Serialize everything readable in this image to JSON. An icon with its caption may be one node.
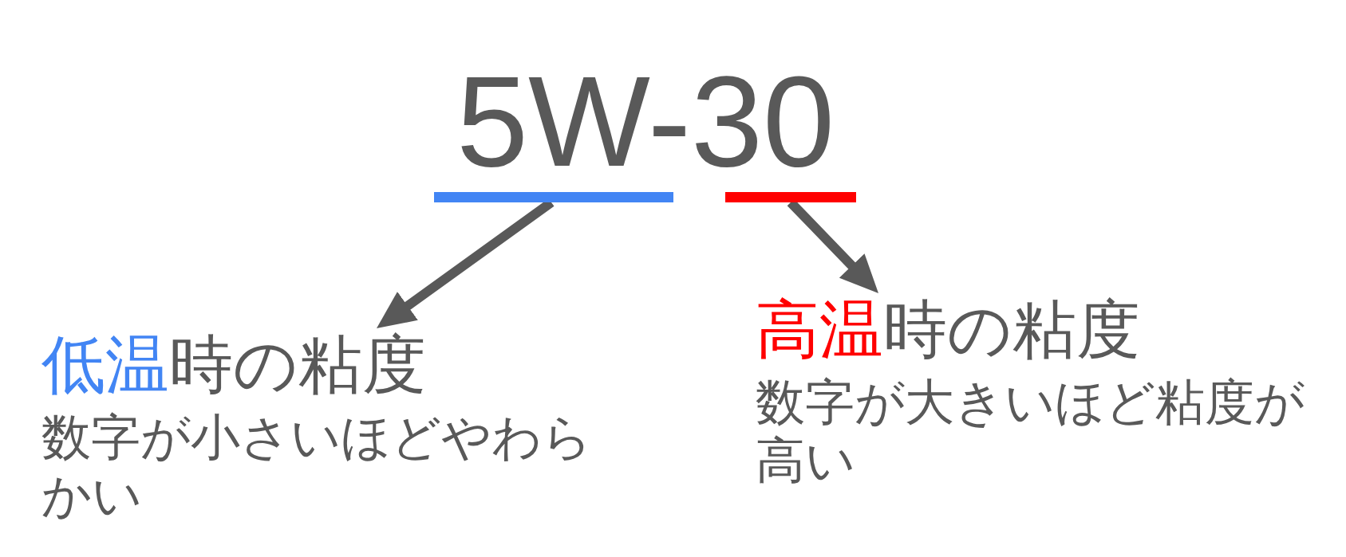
{
  "diagram": {
    "title": "5W-30",
    "nodes": [
      {
        "text": [],
        "shape": "bar"
      },
      {
        "text": [],
        "shape": "bar"
      },
      {
        "text": [
          "低温時の粘度",
          "数字が小さいほどやわらかい"
        ]
      },
      {
        "text": [
          "高温時の粘度",
          "数字が大きいほど粘度が高い"
        ]
      }
    ],
    "edges": [
      {
        "from": 0,
        "to": 2,
        "arrow": "to"
      },
      {
        "from": 1,
        "to": 3,
        "arrow": "to"
      }
    ]
  }
}
